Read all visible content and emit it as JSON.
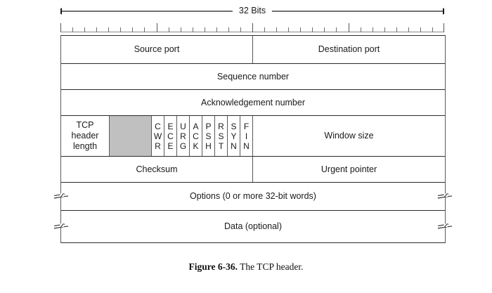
{
  "figure": {
    "width_label": "32 Bits",
    "bit_count": 32,
    "major_tick_every": 8,
    "caption_number": "Figure 6-36.",
    "caption_text": "The TCP header.",
    "reserved_color": "#c0c0c0",
    "border_color": "#2b2b2b"
  },
  "rows": {
    "ports": {
      "source": "Source port",
      "destination": "Destination port"
    },
    "sequence": "Sequence number",
    "acknowledgement": "Acknowledgement number",
    "flags_row": {
      "header_length_line1": "TCP",
      "header_length_line2": "header",
      "header_length_line3": "length",
      "reserved": "",
      "window_size": "Window size",
      "flags": [
        {
          "name": "CWR",
          "l1": "C",
          "l2": "W",
          "l3": "R"
        },
        {
          "name": "ECE",
          "l1": "E",
          "l2": "C",
          "l3": "E"
        },
        {
          "name": "URG",
          "l1": "U",
          "l2": "R",
          "l3": "G"
        },
        {
          "name": "ACK",
          "l1": "A",
          "l2": "C",
          "l3": "K"
        },
        {
          "name": "PSH",
          "l1": "P",
          "l2": "S",
          "l3": "H"
        },
        {
          "name": "RST",
          "l1": "R",
          "l2": "S",
          "l3": "T"
        },
        {
          "name": "SYN",
          "l1": "S",
          "l2": "Y",
          "l3": "N"
        },
        {
          "name": "FIN",
          "l1": "F",
          "l2": "I",
          "l3": "N"
        }
      ]
    },
    "checksum_row": {
      "checksum": "Checksum",
      "urgent_pointer": "Urgent pointer"
    },
    "options": "Options (0 or more 32-bit words)",
    "data": "Data (optional)"
  }
}
